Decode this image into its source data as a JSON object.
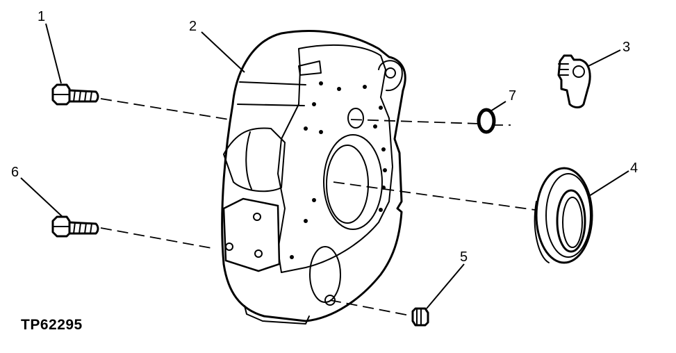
{
  "figure_id": "TP62295",
  "callouts": {
    "c1": "1",
    "c2": "2",
    "c3": "3",
    "c4": "4",
    "c5": "5",
    "c6": "6",
    "c7": "7"
  }
}
